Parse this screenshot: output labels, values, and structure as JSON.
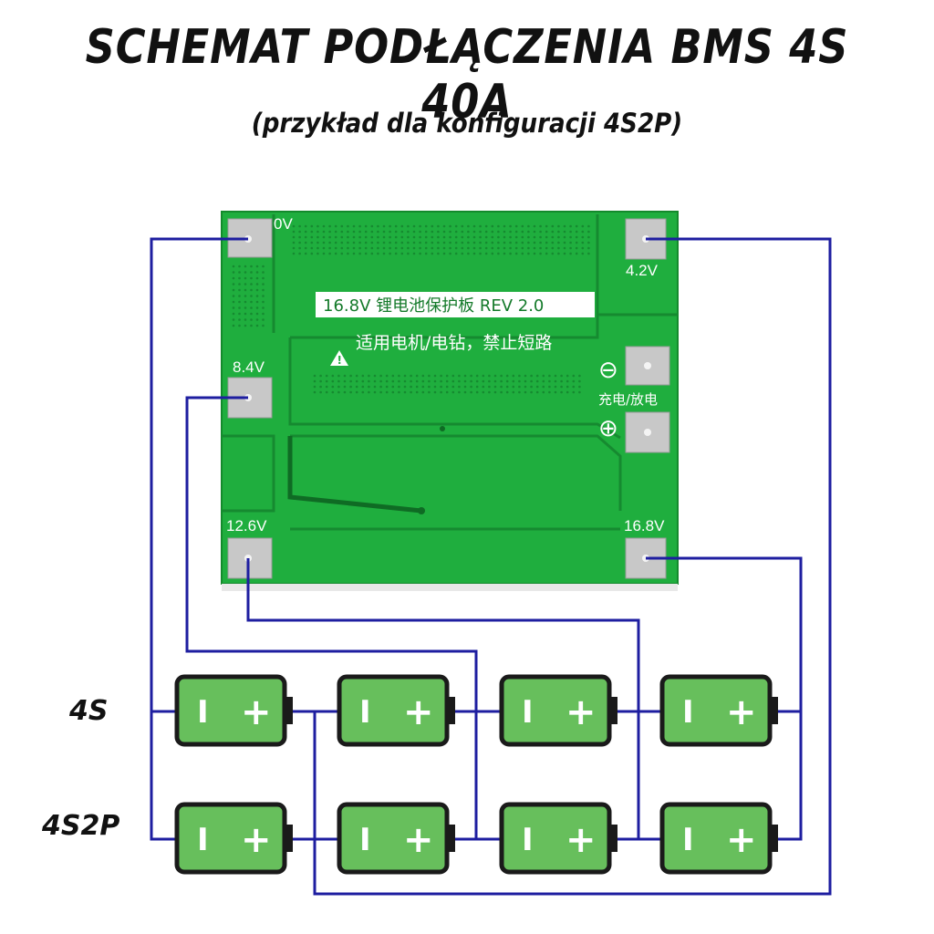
{
  "header": {
    "title": "SCHEMAT PODŁĄCZENIA BMS 4S 40A",
    "subtitle": "(przykład dla konfiguracji 4S2P)"
  },
  "pcb": {
    "label_0v": "0V",
    "label_4v2": "4.2V",
    "label_8v4": "8.4V",
    "label_12v6": "12.6V",
    "label_16v8": "16.8V",
    "board_title": "16.8V 锂电池保护板 REV 2.0",
    "warning_text": "适用电机/电钻，禁止短路",
    "charge_discharge": "充电/放电",
    "minus_symbol": "⊖",
    "plus_symbol": "⊕"
  },
  "rows": {
    "row1_label": "4S",
    "row2_label": "4S2P"
  },
  "battery": {
    "minus_mark": "I",
    "plus_mark": "+"
  },
  "colors": {
    "wire": "#1e1ea0",
    "pcb_green": "#1fae3e",
    "pcb_dark": "#168a30",
    "battery_fill": "#67bf5c",
    "battery_border": "#1a1a1a",
    "pad": "#c8c8c8"
  }
}
